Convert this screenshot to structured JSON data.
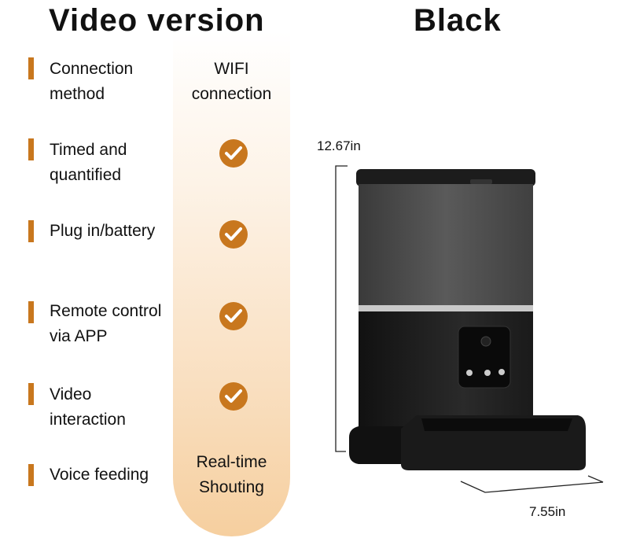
{
  "header": {
    "left_title": "Video version",
    "right_title": "Black"
  },
  "rows": [
    {
      "label1": "Connection",
      "label2": "method",
      "value1": "WIFI",
      "value2": "connection"
    },
    {
      "label1": "Timed and",
      "label2": "quantified",
      "value": "check-icon"
    },
    {
      "label1": "Plug in/battery",
      "value": "check-icon"
    },
    {
      "label1": "Remote control",
      "label2": "via APP",
      "value": "check-icon"
    },
    {
      "label1": "Video",
      "label2": "interaction",
      "value": "check-icon"
    },
    {
      "label1": "Voice feeding",
      "value1": "Real-time",
      "value2": "Shouting"
    }
  ],
  "dimensions": {
    "height": "12.67in",
    "width": "7.55in"
  },
  "colors": {
    "accent": "#c8771e",
    "column_bottom": "#f6cf9f"
  }
}
